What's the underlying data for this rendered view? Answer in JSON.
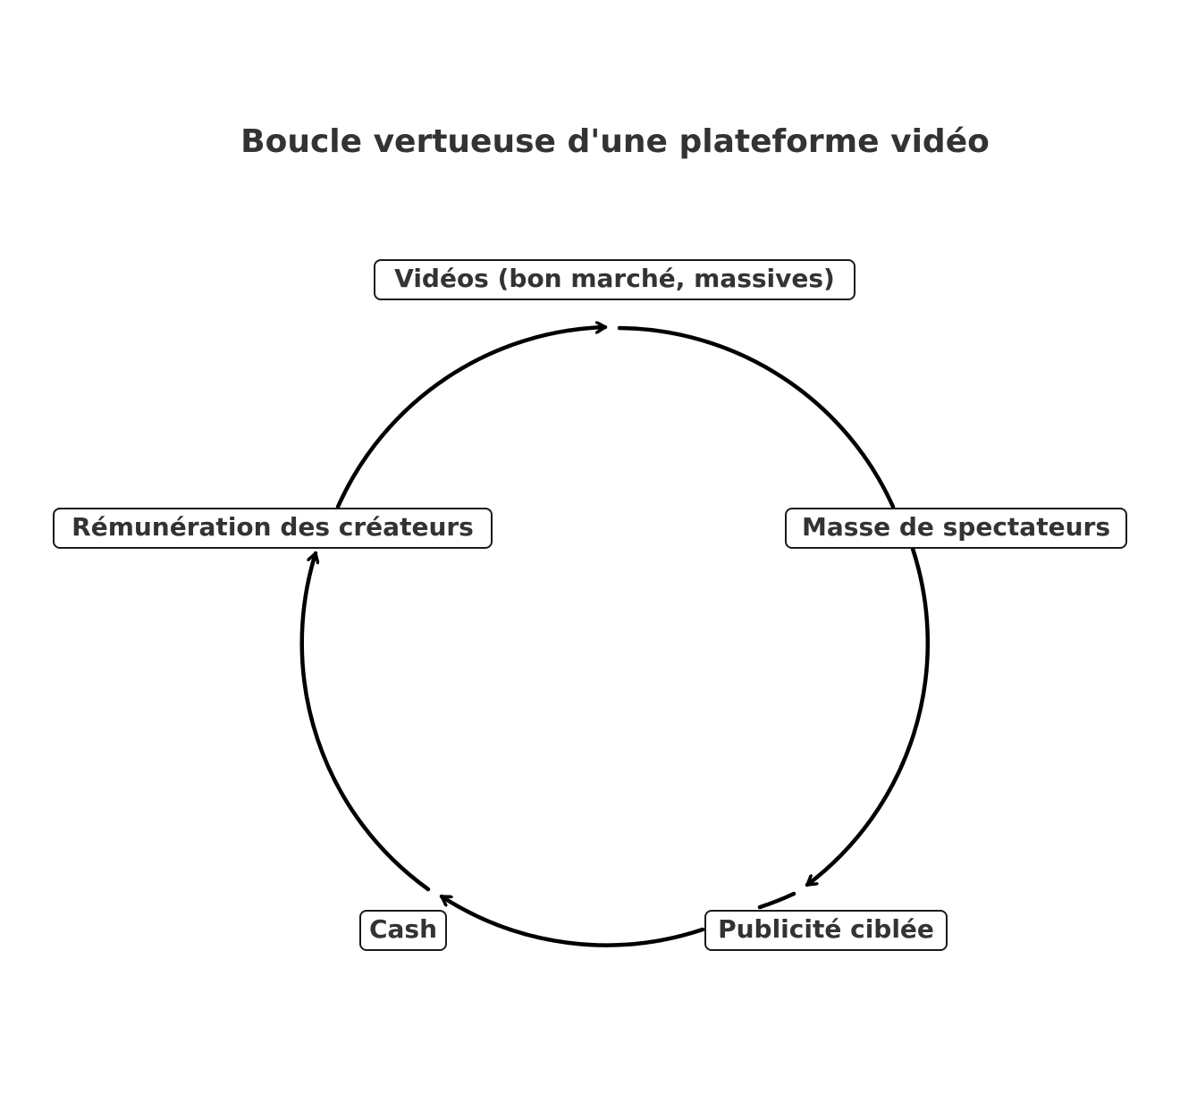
{
  "title": "Boucle vertueuse d'une plateforme vidéo",
  "nodes": [
    {
      "id": "videos",
      "label": "Vidéos (bon marché, massives)"
    },
    {
      "id": "viewers",
      "label": "Masse de spectateurs"
    },
    {
      "id": "ads",
      "label": "Publicité ciblée"
    },
    {
      "id": "cash",
      "label": "Cash"
    },
    {
      "id": "creators",
      "label": "Rémunération des créateurs"
    }
  ],
  "edges": [
    {
      "from": "videos",
      "to": "viewers"
    },
    {
      "from": "viewers",
      "to": "ads"
    },
    {
      "from": "ads",
      "to": "cash"
    },
    {
      "from": "cash",
      "to": "creators"
    },
    {
      "from": "creators",
      "to": "videos"
    }
  ],
  "colors": {
    "text": "#333333",
    "stroke": "#000000",
    "box_border": "#1a1a1a",
    "background": "#ffffff"
  }
}
